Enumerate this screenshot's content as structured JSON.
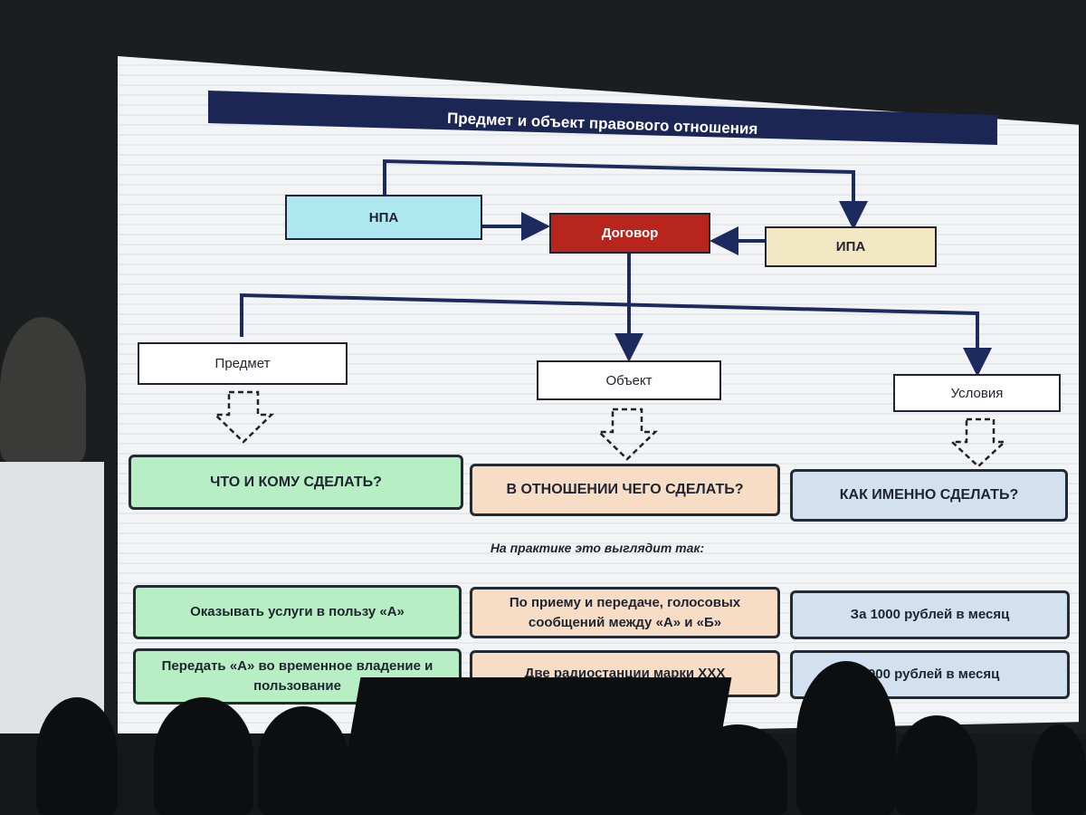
{
  "title": "Предмет и объект правового отношения",
  "sources": {
    "npa": "НПА",
    "contract": "Договор",
    "ipa": "ИПА"
  },
  "levels": {
    "subject": "Предмет",
    "object": "Объект",
    "conditions": "Условия"
  },
  "questions": {
    "subject": "ЧТО И КОМУ СДЕЛАТЬ?",
    "object": "В ОТНОШЕНИИ ЧЕГО СДЕЛАТЬ?",
    "conditions": "КАК ИМЕННО СДЕЛАТЬ?"
  },
  "practice_label": "На практике это выглядит так:",
  "examples": [
    {
      "subject": "Оказывать услуги в пользу «А»",
      "object": "По приему и передаче, голосовых сообщений между «А» и «Б»",
      "conditions": "За 1000 рублей в месяц"
    },
    {
      "subject": "Передать «А» во временное владение и пользование",
      "object": "Две радиостанции марки ХХХ",
      "conditions": "1000 рублей в месяц"
    }
  ],
  "colors": {
    "title_bar": "#1c2654",
    "npa": "#aee8f0",
    "contract": "#b8251c",
    "ipa": "#f2e8c4",
    "green": "#b8eec4",
    "orange": "#f7dcc6",
    "blue": "#d2e0f0"
  }
}
